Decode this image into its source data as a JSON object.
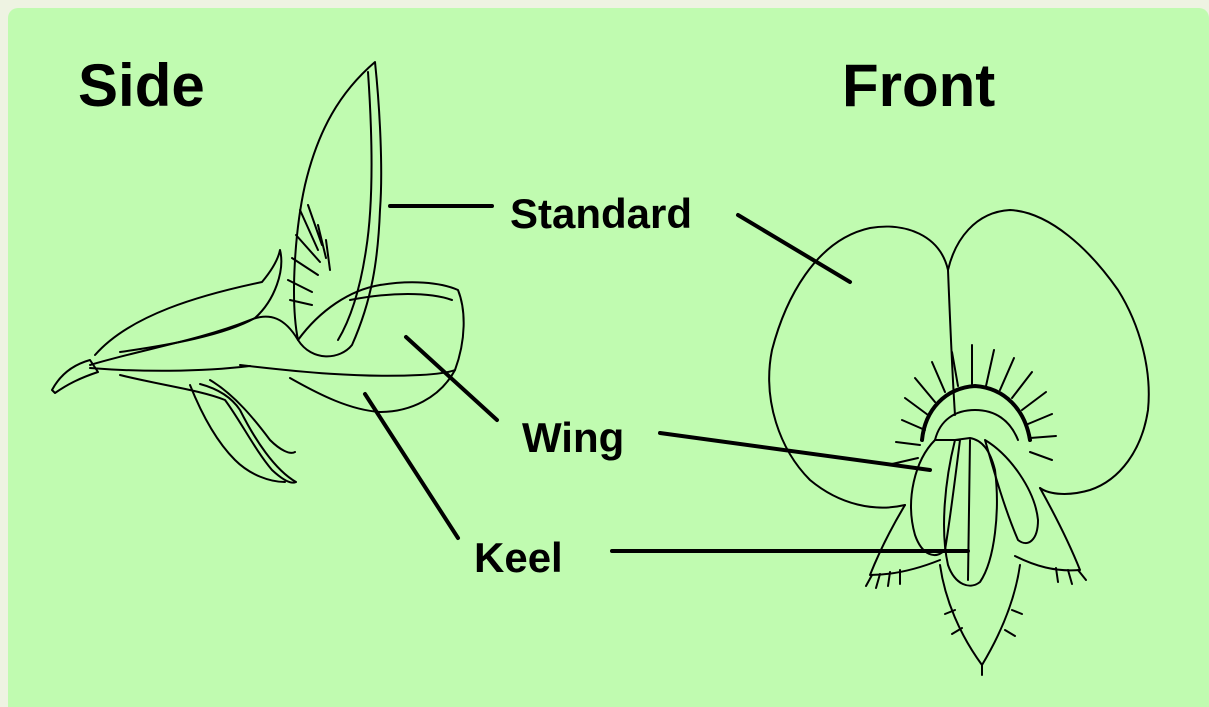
{
  "titles": {
    "side": "Side",
    "front": "Front"
  },
  "parts": {
    "standard": "Standard",
    "wing": "Wing",
    "keel": "Keel"
  },
  "colors": {
    "background": "#c0fbb0",
    "ink": "#000000"
  }
}
